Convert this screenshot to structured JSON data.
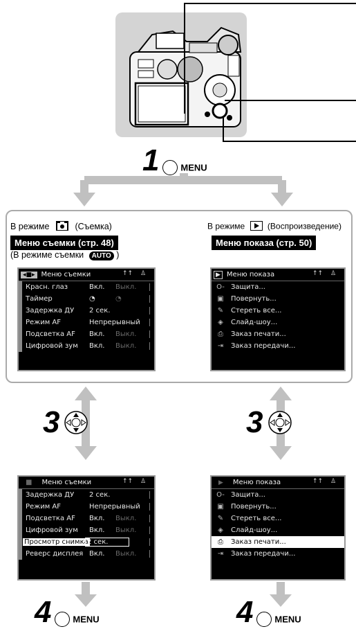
{
  "step1": {
    "number": "1",
    "menu_label": "MENU"
  },
  "panel": {
    "left": {
      "mode_prefix": "В режиме",
      "mode_suffix": "(Съемка)",
      "menu_title": "Меню съемки (стр. 48)",
      "auto_prefix": "(В режиме съемки",
      "auto_badge": "AUTO",
      "auto_suffix": ")"
    },
    "right": {
      "mode_prefix": "В режиме",
      "mode_suffix": "(Воспроизведение)",
      "menu_title": "Меню показа (стр. 50)"
    }
  },
  "shoot_screen_1": {
    "title": "Меню съемки",
    "rows": [
      {
        "label": "Красн. глаз",
        "v1": "Вкл.",
        "v2": "Выкл."
      },
      {
        "label": "Таймер",
        "v1": "◔",
        "v2": "◔"
      },
      {
        "label": "Задержка ДУ",
        "v1": "2 сек.",
        "v2": ""
      },
      {
        "label": "Режим AF",
        "v1": "Непрерывный",
        "v2": ""
      },
      {
        "label": "Подсветка AF",
        "v1": "Вкл.",
        "v2": "Выкл."
      },
      {
        "label": "Цифровой зум",
        "v1": "Вкл.",
        "v2": "Выкл."
      }
    ]
  },
  "play_screen_1": {
    "title": "Меню показа",
    "rows": [
      "Защита...",
      "Повернуть...",
      "Стереть все...",
      "Слайд-шоу...",
      "Заказ печати...",
      "Заказ передачи..."
    ]
  },
  "step3": {
    "number": "3"
  },
  "shoot_screen_2": {
    "title": "Меню съемки",
    "rows": [
      {
        "label": "Задержка ДУ",
        "v1": "2 сек.",
        "v2": ""
      },
      {
        "label": "Режим AF",
        "v1": "Непрерывный",
        "v2": ""
      },
      {
        "label": "Подсветка AF",
        "v1": "Вкл.",
        "v2": "Выкл."
      },
      {
        "label": "Цифровой зум",
        "v1": "Вкл.",
        "v2": "Выкл."
      },
      {
        "label": "Просмотр снимка",
        "v1": "2 сек.",
        "v2": ""
      },
      {
        "label": "Реверс дисплея",
        "v1": "Вкл.",
        "v2": "Выкл."
      }
    ]
  },
  "play_screen_2": {
    "title": "Меню показа",
    "rows": [
      "Защита...",
      "Повернуть...",
      "Стереть все...",
      "Слайд-шоу...",
      "Заказ печати...",
      "Заказ передачи..."
    ]
  },
  "step4": {
    "number": "4",
    "menu_label": "MENU"
  },
  "colors": {
    "panel_border": "#aaaaaa",
    "arrow": "#c0c0c0",
    "screen_bg": "#000000",
    "highlight_bg": "#ffffff"
  }
}
